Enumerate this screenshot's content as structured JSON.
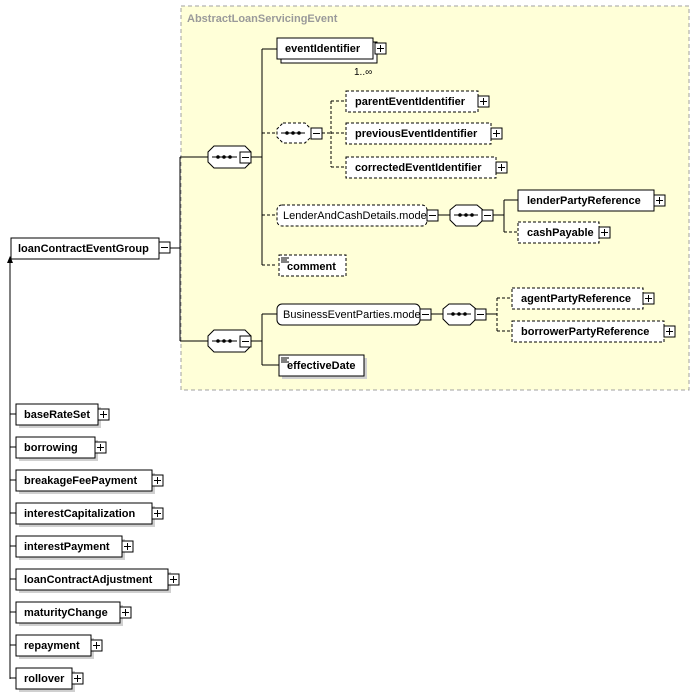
{
  "group_box": {
    "title": "AbstractLoanServicingEvent"
  },
  "root": {
    "label": "loanContractEventGroup"
  },
  "nodes": {
    "event_identifier": "eventIdentifier",
    "event_identifier_cardinality": "1..∞",
    "parent_event_identifier": "parentEventIdentifier",
    "previous_event_identifier": "previousEventIdentifier",
    "corrected_event_identifier": "correctedEventIdentifier",
    "lender_and_cash_details_model": "LenderAndCashDetails.model",
    "lender_party_reference": "lenderPartyReference",
    "cash_payable": "cashPayable",
    "comment": "comment",
    "business_event_parties_model": "BusinessEventParties.model",
    "agent_party_reference": "agentPartyReference",
    "borrower_party_reference": "borrowerPartyReference",
    "effective_date": "effectiveDate"
  },
  "substitutions": [
    "baseRateSet",
    "borrowing",
    "breakageFeePayment",
    "interestCapitalization",
    "interestPayment",
    "loanContractAdjustment",
    "maturityChange",
    "repayment",
    "rollover"
  ]
}
